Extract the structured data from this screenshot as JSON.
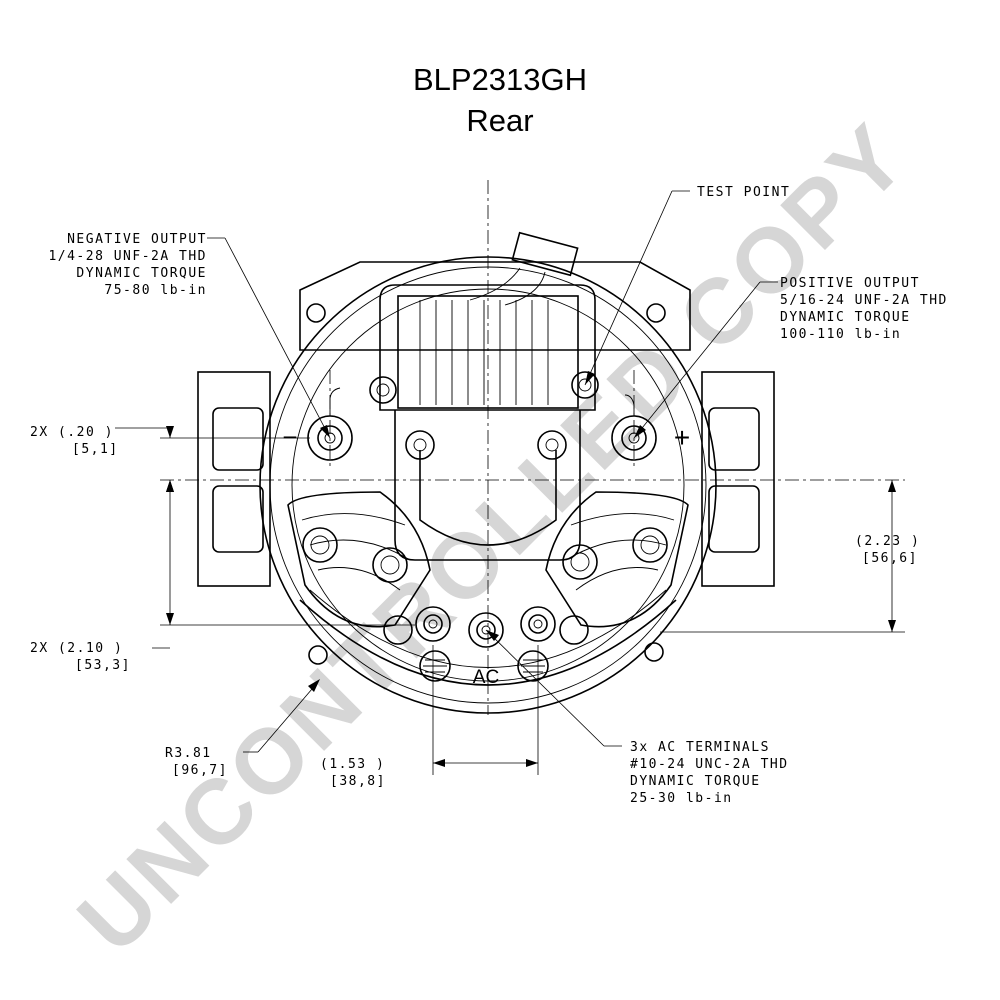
{
  "title": {
    "model": "BLP2313GH",
    "view": "Rear"
  },
  "watermark": "UNCONTROLLED COPY",
  "callouts": {
    "negative_output": [
      "NEGATIVE OUTPUT",
      "1/4-28 UNF-2A THD",
      "DYNAMIC TORQUE",
      "75-80 lb-in"
    ],
    "test_point": "TEST POINT",
    "positive_output": [
      "POSITIVE OUTPUT",
      "5/16-24 UNF-2A THD",
      "DYNAMIC TORQUE",
      "100-110 lb-in"
    ],
    "ac_terminals": [
      "3x AC TERMINALS",
      "#10-24 UNC-2A THD",
      "DYNAMIC TORQUE",
      "25-30 lb-in"
    ]
  },
  "dimensions": {
    "d020": [
      "2X (.20  )",
      "[5,1]"
    ],
    "d210": [
      "2X (2.10  )",
      "[53,3]"
    ],
    "d223": [
      "(2.23  )",
      "[56,6]"
    ],
    "d153": [
      "(1.53  )",
      "[38,8]"
    ],
    "r381": [
      "R3.81",
      "[96,7]"
    ]
  },
  "symbols": {
    "negative": "−",
    "positive": "+",
    "ac": "AC"
  }
}
